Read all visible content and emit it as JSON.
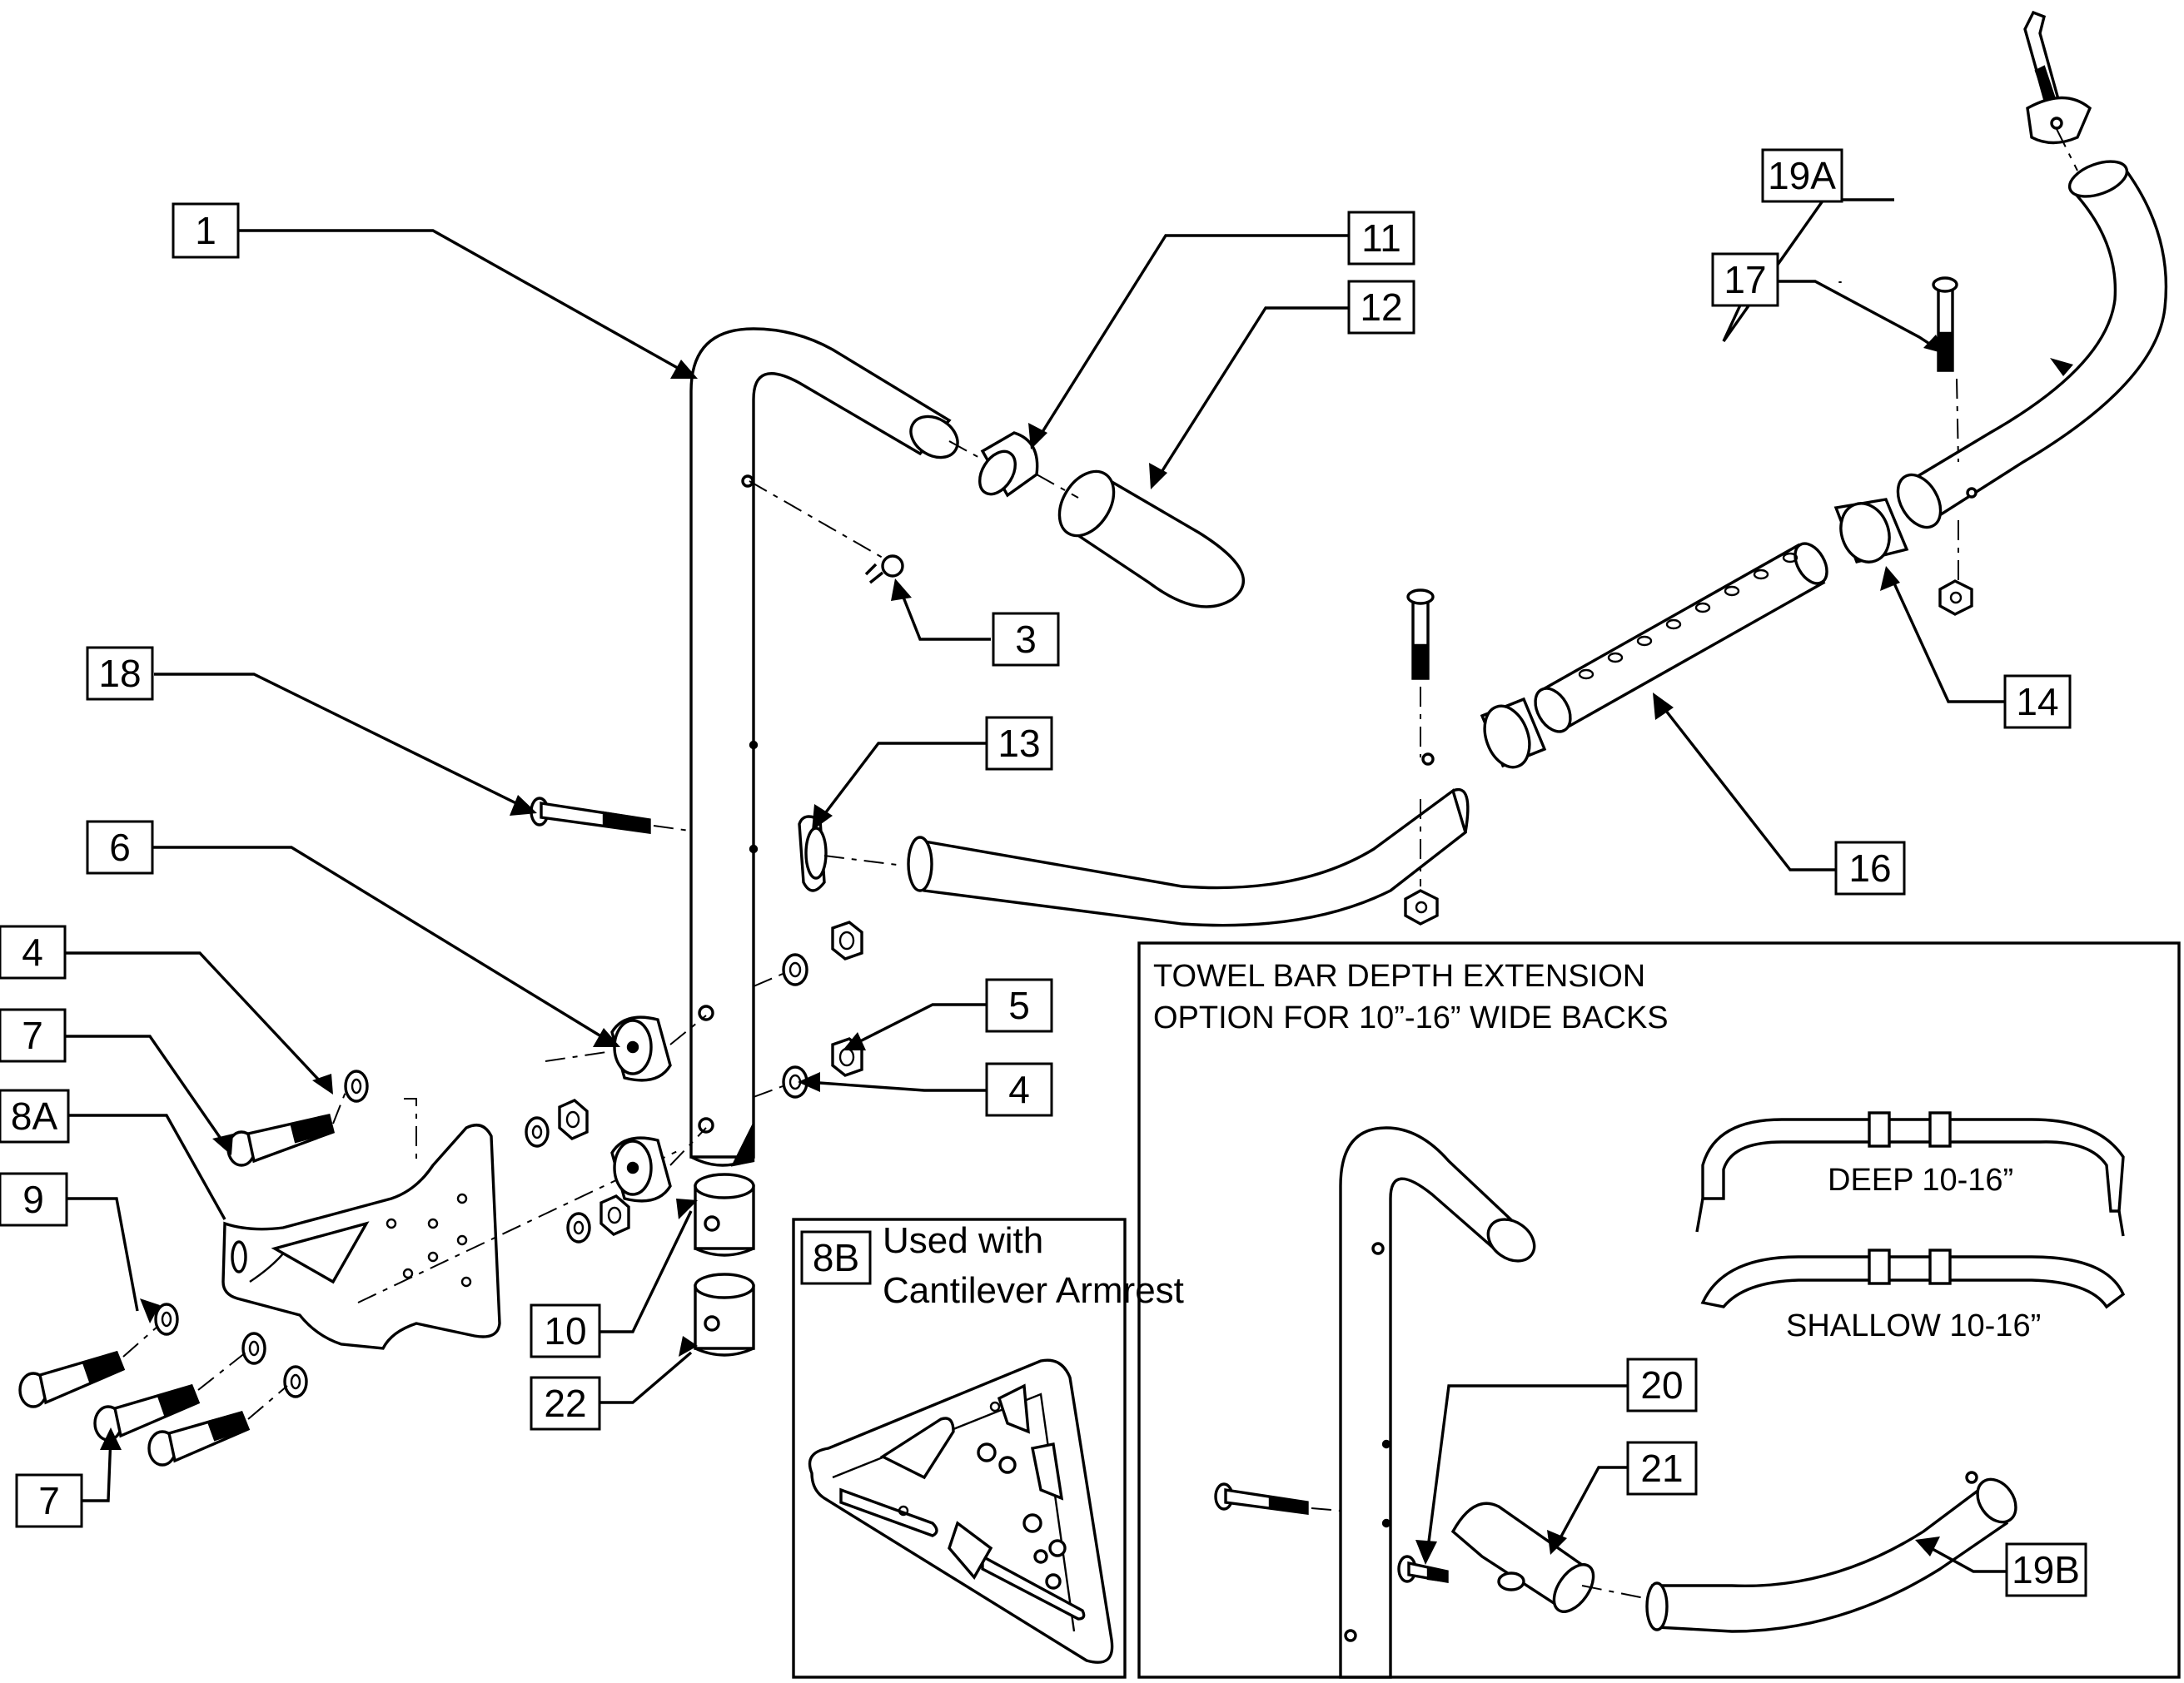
{
  "callouts": {
    "c1": "1",
    "c3": "3",
    "c4a": "4",
    "c4b": "4",
    "c5": "5",
    "c6": "6",
    "c7a": "7",
    "c7b": "7",
    "c8a": "8A",
    "c8b": "8B",
    "c9": "9",
    "c10": "10",
    "c11": "11",
    "c12": "12",
    "c13": "13",
    "c14": "14",
    "c16": "16",
    "c17": "17",
    "c18": "18",
    "c19a": "19A",
    "c19b": "19B",
    "c20": "20",
    "c21": "21",
    "c22": "22"
  },
  "inset_8b": {
    "line1": "Used with",
    "line2": "Cantilever Armrest"
  },
  "towel_bar_panel": {
    "title_line1": "TOWEL BAR DEPTH EXTENSION",
    "title_line2": "OPTION FOR 10”-16” WIDE BACKS",
    "deep_label": "DEEP 10-16”",
    "shallow_label": "SHALLOW 10-16”"
  }
}
